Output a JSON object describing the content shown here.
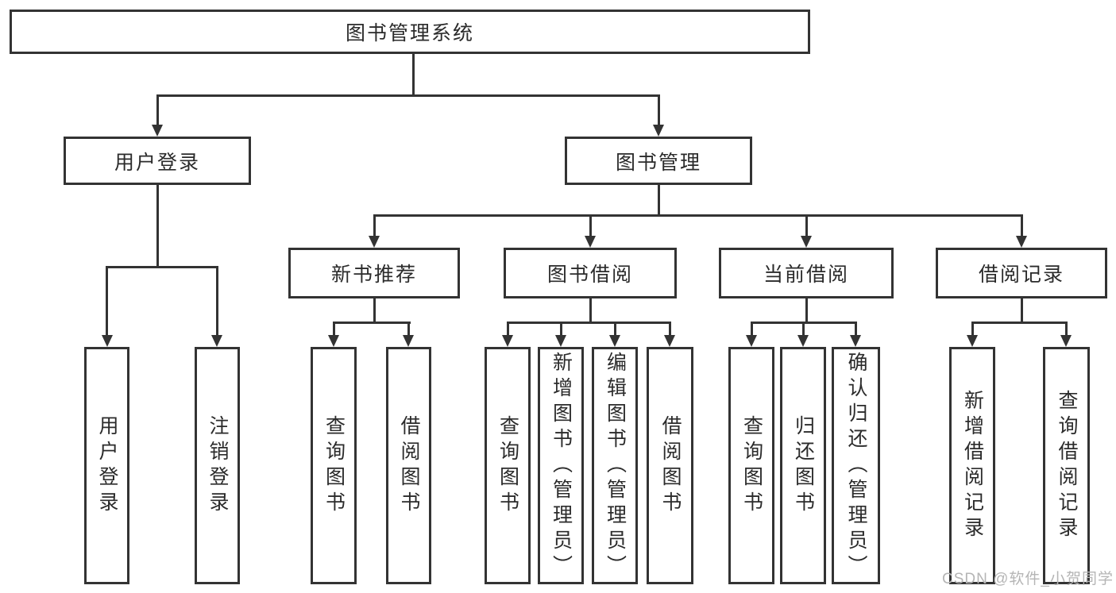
{
  "colors": {
    "line": "#333333",
    "text": "#2b2b2b",
    "watermark_color": "#b5b5b5",
    "background": "#ffffff"
  },
  "watermark": "CSDN @软件_小贺同学",
  "tree": {
    "root": {
      "label": "图书管理系统"
    },
    "user_login": {
      "label": "用户登录",
      "children": [
        {
          "label": "用户登录"
        },
        {
          "label": "注销登录"
        }
      ]
    },
    "book_mgmt": {
      "label": "图书管理"
    },
    "new_book_rec": {
      "label": "新书推荐",
      "children": [
        {
          "label": "查询图书"
        },
        {
          "label": "借阅图书"
        }
      ]
    },
    "book_borrow": {
      "label": "图书借阅",
      "children": [
        {
          "label": "查询图书"
        },
        {
          "label": "新增图书（管理员）"
        },
        {
          "label": "编辑图书（管理员）"
        },
        {
          "label": "借阅图书"
        }
      ]
    },
    "current_borrow": {
      "label": "当前借阅",
      "children": [
        {
          "label": "查询图书"
        },
        {
          "label": "归还图书"
        },
        {
          "label": "确认归还（管理员）"
        }
      ]
    },
    "borrow_record": {
      "label": "借阅记录",
      "children": [
        {
          "label": "新增借阅记录"
        },
        {
          "label": "查询借阅记录"
        }
      ]
    }
  }
}
